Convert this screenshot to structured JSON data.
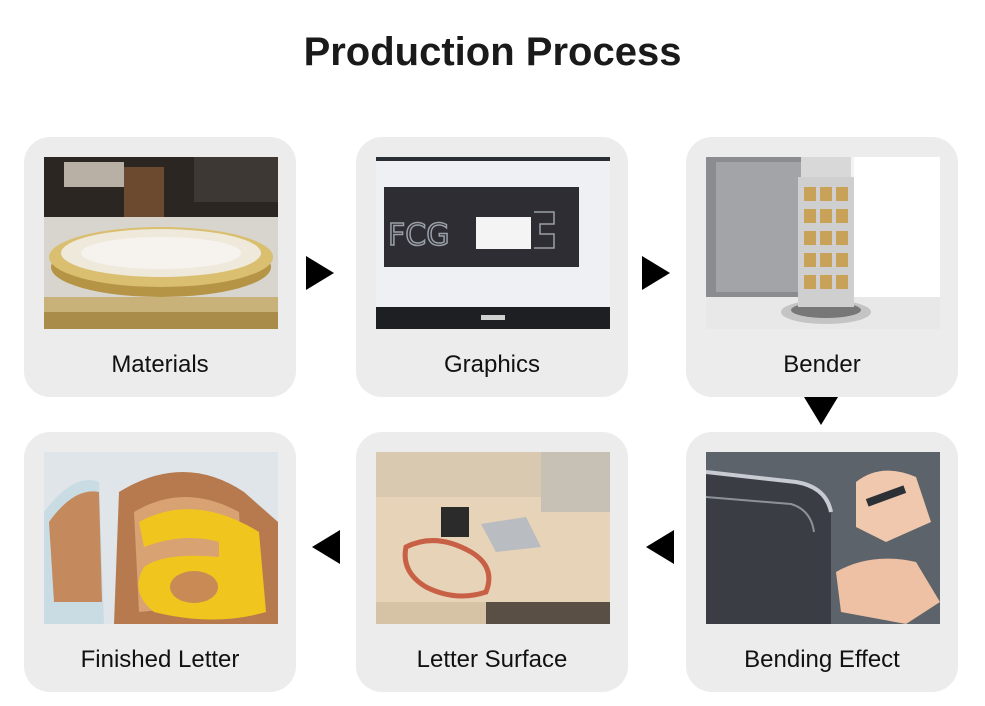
{
  "title": "Production Process",
  "steps": [
    {
      "label": "Materials"
    },
    {
      "label": "Graphics"
    },
    {
      "label": "Bender"
    },
    {
      "label": "Bending Effect"
    },
    {
      "label": "Letter Surface"
    },
    {
      "label": "Finished Letter"
    }
  ],
  "graphics_screen": {
    "text": "FCG"
  }
}
